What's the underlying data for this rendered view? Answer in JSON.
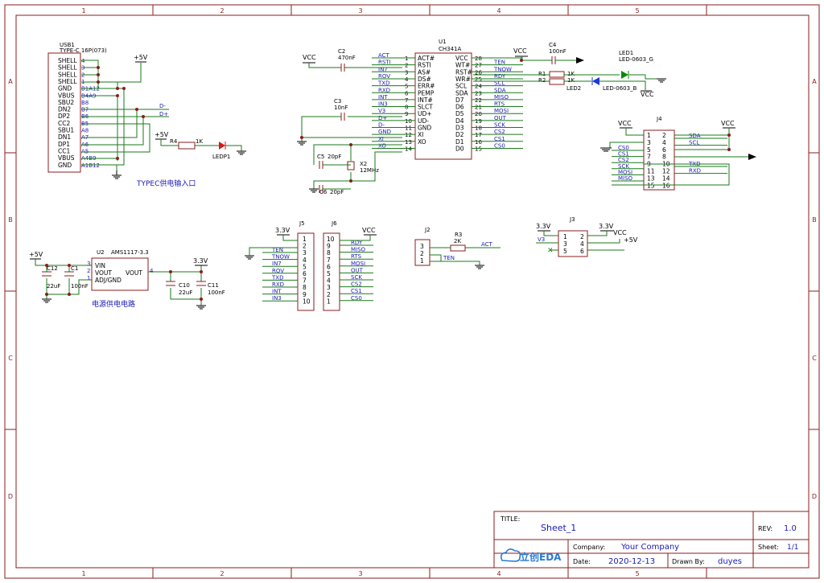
{
  "frame": {
    "col_labels": [
      "1",
      "2",
      "3",
      "4",
      "5"
    ],
    "row_labels": [
      "A",
      "B",
      "C",
      "D"
    ]
  },
  "title_block": {
    "title_label": "TITLE:",
    "title": "Sheet_1",
    "rev_label": "REV:",
    "rev": "1.0",
    "company_label": "Company:",
    "company": "Your Company",
    "sheet_label": "Sheet:",
    "sheet": "1/1",
    "date_label": "Date:",
    "date": "2020-12-13",
    "drawn_label": "Drawn By:",
    "drawn": "duyes",
    "logo": "立创EDA"
  },
  "usb": {
    "ref": "USB1",
    "value": "TYPE-C 16P(073)",
    "pins": [
      "SHELL",
      "SHELL",
      "SHELL",
      "SHELL",
      "GND",
      "VBUS",
      "SBU2",
      "DN2",
      "DP2",
      "CC2",
      "SBU1",
      "DN1",
      "DP1",
      "CC1",
      "VBUS",
      "GND"
    ],
    "pin_nums": [
      "4",
      "3",
      "2",
      "1",
      "B1A12",
      "B4A9",
      "B8",
      "B7",
      "B6",
      "B5",
      "A8",
      "A7",
      "A6",
      "A5",
      "A4B9",
      "A1B12"
    ],
    "net_dm": "D-",
    "net_dp": "D+",
    "caption": "TYPEC供电输入口"
  },
  "ledp": {
    "r_ref": "R4",
    "r_val": "1K",
    "led_ref": "LEDP1",
    "pwr": "+5V"
  },
  "u1": {
    "ref": "U1",
    "value": "CH341A",
    "left_pins": [
      "ACT#",
      "RSTI",
      "AS#",
      "DS#",
      "ERR#",
      "PEMP",
      "INT#",
      "SLCT",
      "UD+",
      "UD-",
      "GND",
      "XI",
      "XO"
    ],
    "left_nums": [
      "1",
      "2",
      "3",
      "4",
      "5",
      "6",
      "7",
      "8",
      "9",
      "10",
      "11",
      "12",
      "13",
      "14"
    ],
    "right_pins": [
      "VCC",
      "WT#",
      "RST#",
      "WR#",
      "SCL",
      "SDA",
      "D7",
      "D6",
      "D5",
      "D4",
      "D3",
      "D2",
      "D1",
      "D0"
    ],
    "right_nums": [
      "28",
      "27",
      "26",
      "25",
      "24",
      "23",
      "22",
      "21",
      "20",
      "19",
      "18",
      "17",
      "16",
      "15"
    ],
    "left_nets": [
      "ACT",
      "RSTI",
      "IN7",
      "ROV",
      "TXD",
      "RXD",
      "INT",
      "IN3",
      "V3",
      "D+",
      "D-",
      "GND",
      "XI",
      "XO"
    ],
    "right_nets": [
      "TEN",
      "TNOW",
      "RDY",
      "SCL",
      "SDA",
      "MISO",
      "RTS",
      "MOSI",
      "OUT",
      "SCK",
      "CS2",
      "CS1",
      "CS0"
    ]
  },
  "caps": {
    "c2": {
      "ref": "C2",
      "val": "470nF"
    },
    "c3": {
      "ref": "C3",
      "val": "10nF"
    },
    "c4": {
      "ref": "C4",
      "val": "100nF"
    },
    "c5": {
      "ref": "C5",
      "val": "20pF"
    },
    "c6": {
      "ref": "C6",
      "val": "20pF"
    },
    "x2": {
      "ref": "X2",
      "val": "12MHz"
    }
  },
  "leds": {
    "r1": {
      "ref": "R1",
      "val": "1K"
    },
    "r2": {
      "ref": "R2",
      "val": "1K"
    },
    "led1": {
      "ref": "LED1",
      "val": "LED-0603_G"
    },
    "led2": {
      "ref": "LED2",
      "val": "LED-0603_B"
    }
  },
  "j4": {
    "ref": "J4",
    "left_nums": [
      "1",
      "3",
      "5",
      "7",
      "9",
      "11",
      "13",
      "15"
    ],
    "right_nums": [
      "2",
      "4",
      "6",
      "8",
      "10",
      "12",
      "14",
      "16"
    ],
    "left_nets": [
      "CS0",
      "CS1",
      "CS2",
      "SCK",
      "MOSI",
      "MISO"
    ],
    "right_nets": [
      "SDA",
      "SCL",
      "TXD",
      "RXD"
    ]
  },
  "u2": {
    "ref": "U2",
    "value": "AMS1117-3.3",
    "pins": [
      "VIN",
      "VOUT",
      "ADJ/GND",
      "VOUT"
    ],
    "nums": [
      "3",
      "2",
      "1",
      "4"
    ],
    "c12": {
      "ref": "C12",
      "val": "22uF"
    },
    "c1": {
      "ref": "C1",
      "val": "100nF"
    },
    "c10": {
      "ref": "C10",
      "val": "22uF"
    },
    "c11": {
      "ref": "C11",
      "val": "100nF"
    },
    "in_pwr": "+5V",
    "out_pwr": "3.3V",
    "caption": "电源供电电路"
  },
  "j5": {
    "ref": "J5",
    "pwr": "3.3V",
    "nums": [
      "1",
      "2",
      "3",
      "4",
      "5",
      "6",
      "7",
      "8",
      "9",
      "10"
    ],
    "nets": [
      "TEN",
      "TNOW",
      "IN7",
      "ROV",
      "TXD",
      "RXD",
      "INT",
      "IN3"
    ]
  },
  "j6": {
    "ref": "J6",
    "pwr": "VCC",
    "nums": [
      "10",
      "9",
      "8",
      "7",
      "6",
      "5",
      "4",
      "3",
      "2",
      "1"
    ],
    "nets": [
      "RDY",
      "MISO",
      "RTS",
      "MOSI",
      "OUT",
      "SCK",
      "CS2",
      "CS1",
      "CS0"
    ]
  },
  "j2": {
    "ref": "J2",
    "nums": [
      "3",
      "2",
      "1"
    ],
    "r3_ref": "R3",
    "r3_val": "2K",
    "net_act": "ACT",
    "net_ten": "TEN"
  },
  "j3": {
    "ref": "J3",
    "left_nums": [
      "1",
      "3",
      "5"
    ],
    "right_nums": [
      "2",
      "4",
      "6"
    ],
    "net_v3": "V3",
    "pwr_33a": "3.3V",
    "pwr_33b": "3.3V",
    "pwr_vcc": "VCC",
    "pwr_5v": "+5V"
  },
  "nets": {
    "vcc": "VCC",
    "p5v": "+5V"
  },
  "colors": {
    "frame": "#8a1c1c",
    "wire": "#1a7a1a",
    "body": "#8a1c1c",
    "net": "#1a1ab4",
    "text": "#000000",
    "led_green": "#0a8a0a",
    "led_blue": "#1a3ad4",
    "led_red": "#d41a1a"
  }
}
